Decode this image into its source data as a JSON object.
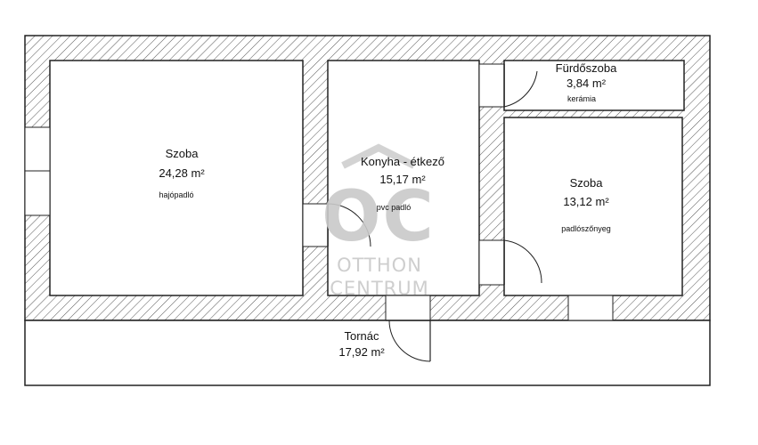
{
  "rooms": {
    "room_left": {
      "name": "Szoba",
      "area": "24,28 m²",
      "material": "hajópadló"
    },
    "kitchen": {
      "name": "Konyha - étkező",
      "area": "15,17 m²",
      "material": "pvc padló"
    },
    "bathroom": {
      "name": "Fürdőszoba",
      "area": "3,84 m²",
      "material": "kerámia"
    },
    "room_right": {
      "name": "Szoba",
      "area": "13,12 m²",
      "material": "padlószőnyeg"
    },
    "porch": {
      "name": "Tornác",
      "area": "17,92 m²"
    }
  },
  "watermark": {
    "monogram": "OC",
    "line1": "OTTHON",
    "line2": "CENTRUM"
  }
}
